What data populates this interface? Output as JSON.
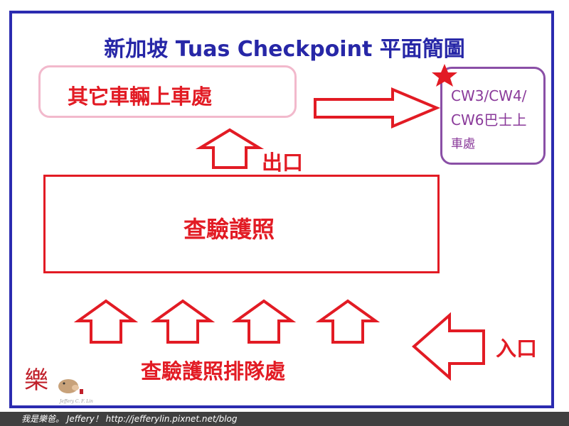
{
  "title": "新加坡 Tuas Checkpoint 平面簡圖",
  "other_vehicles_pickup": "其它車輛上車處",
  "bus_pickup": {
    "line1": "CW3/CW4/",
    "line2": "CW6巴士上",
    "line3": "車處"
  },
  "exit_label": "出口",
  "passport_check": "查驗護照",
  "queue_area": "查驗護照排隊處",
  "entry_label": "入口",
  "watermark": {
    "logo_char": "樂",
    "logo_caption": "Jeffery C. F. Lin",
    "footer": "我是樂爸。 Jeffery！  http://jefferylin.pixnet.net/blog"
  },
  "colors": {
    "frame": "#2b2bb0",
    "title": "#2727a7",
    "red": "#e21b24",
    "pink_border": "#f2b9cc",
    "purple_border": "#8a4fa6",
    "purple_text": "#8a3a9a"
  },
  "icons": {
    "star": "star-icon",
    "arrows": [
      "up-arrow-icon",
      "right-arrow-icon",
      "left-arrow-icon"
    ]
  }
}
